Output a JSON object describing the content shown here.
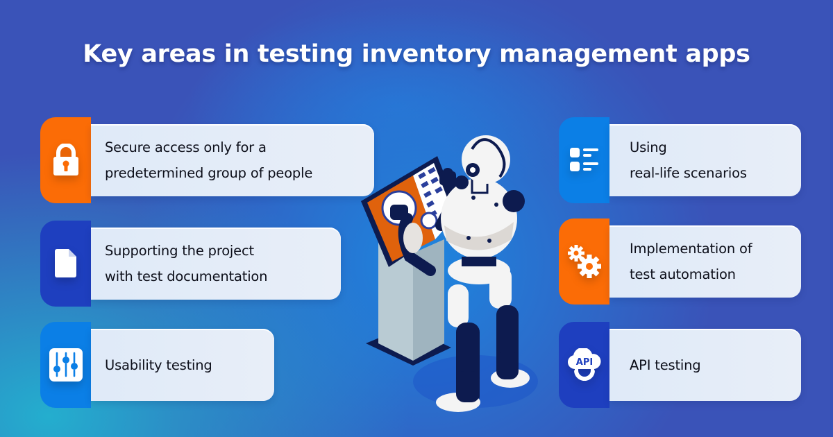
{
  "title": "Key areas in testing inventory management apps",
  "colors": {
    "background": "#3a53b8",
    "orange": "#fb6c06",
    "dark_blue": "#1e3fbf",
    "bright_blue": "#0b7fe6",
    "card": "#e3ecf8",
    "text": "#0d0f1a"
  },
  "left_items": [
    {
      "icon": "lock-icon",
      "tab_color": "orange",
      "lines": [
        "Secure access only for a",
        "predetermined group of people"
      ]
    },
    {
      "icon": "document-icon",
      "tab_color": "dark_blue",
      "lines": [
        "Supporting the project",
        "with test documentation"
      ]
    },
    {
      "icon": "sliders-icon",
      "tab_color": "bright_blue",
      "lines": [
        "Usability testing"
      ]
    }
  ],
  "right_items": [
    {
      "icon": "list-icon",
      "tab_color": "bright_blue",
      "lines": [
        "Using",
        "real-life scenarios"
      ]
    },
    {
      "icon": "gears-icon",
      "tab_color": "orange",
      "lines": [
        "Implementation of",
        "test automation"
      ]
    },
    {
      "icon": "api-cloud-icon",
      "tab_color": "dark_blue",
      "lines": [
        "API testing"
      ]
    }
  ],
  "illustration": "robot-at-terminal"
}
